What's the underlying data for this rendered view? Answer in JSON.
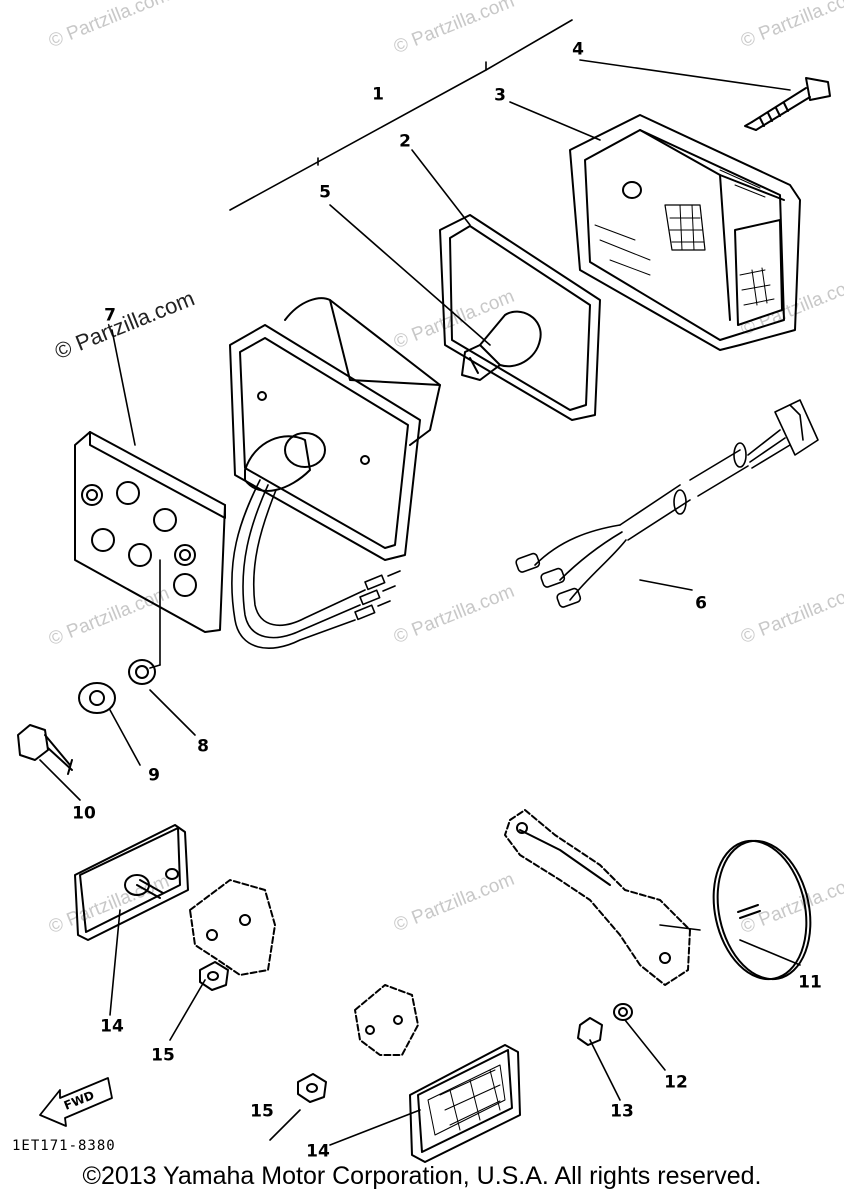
{
  "watermark": "© Partzilla.com",
  "callouts": [
    "1",
    "2",
    "3",
    "4",
    "5",
    "6",
    "7",
    "8",
    "9",
    "10",
    "11",
    "12",
    "13",
    "14",
    "15",
    "15",
    "14"
  ],
  "fwd_label": "FWD",
  "drawing_code": "1ET171-8380",
  "copyright": "©2013 Yamaha Motor Corporation, U.S.A. All rights reserved."
}
